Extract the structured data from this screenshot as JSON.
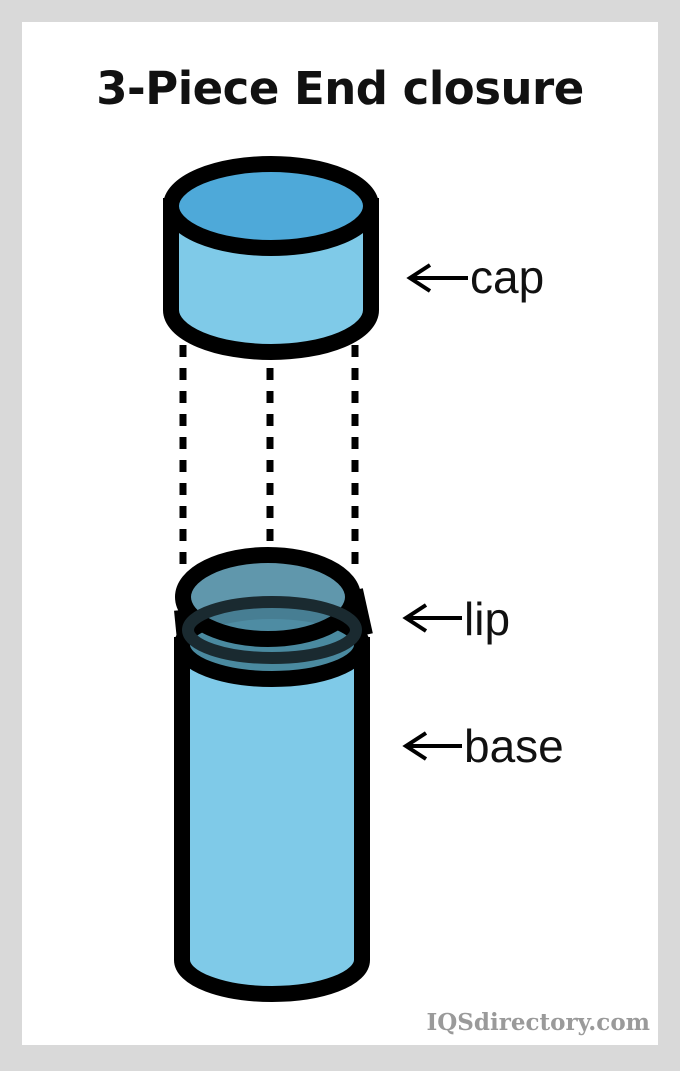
{
  "title": "3-Piece End closure",
  "labels": {
    "cap": "cap",
    "lip": "lip",
    "base": "base"
  },
  "watermark": "IQSdirectory.com",
  "colors": {
    "cap_top": "#4ea9d9",
    "body": "#7fcae8",
    "lip": "#4f8ca3",
    "outline": "#000000",
    "frame": "#d9d9d9"
  }
}
